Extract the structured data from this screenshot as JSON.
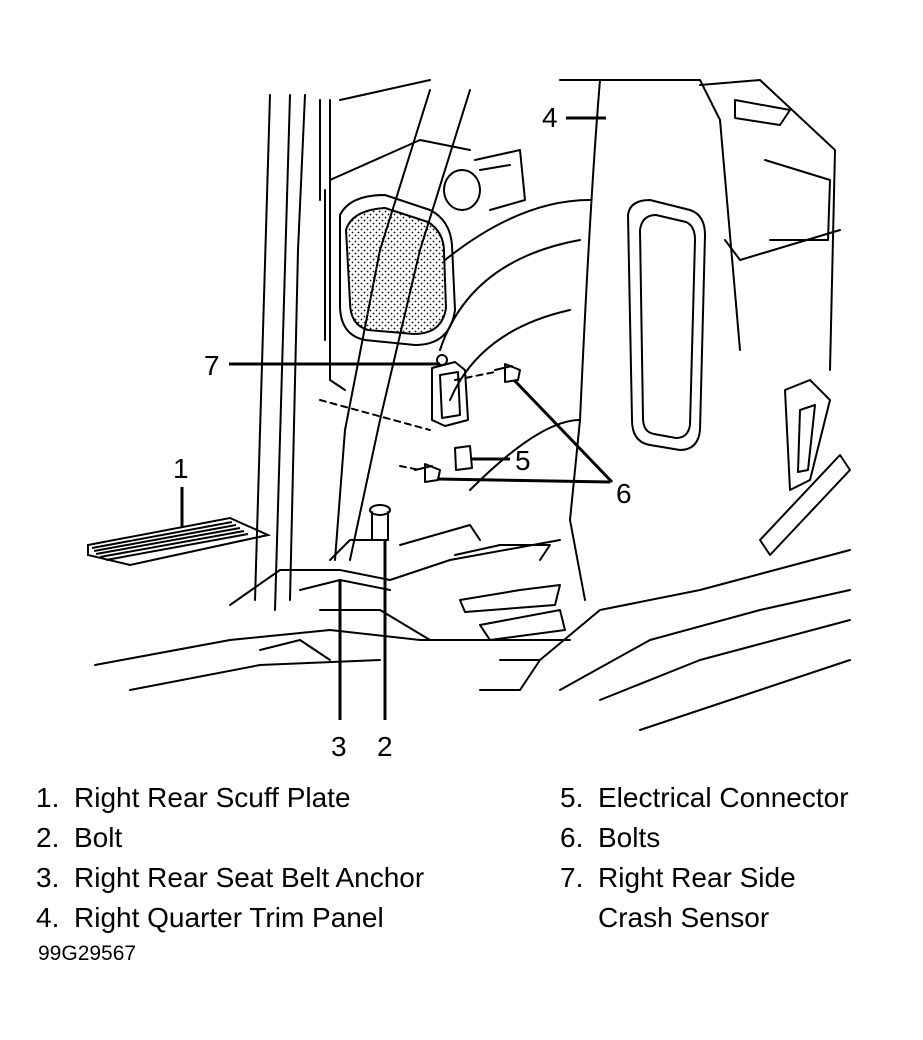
{
  "callouts": {
    "c1": "1",
    "c2": "2",
    "c3": "3",
    "c4": "4",
    "c5": "5",
    "c6": "6",
    "c7": "7"
  },
  "legend": [
    {
      "num": "1.",
      "text": "Right Rear Scuff Plate"
    },
    {
      "num": "2.",
      "text": "Bolt"
    },
    {
      "num": "3.",
      "text": "Right Rear Seat Belt Anchor"
    },
    {
      "num": "4.",
      "text": "Right Quarter Trim Panel"
    },
    {
      "num": "5.",
      "text": "Electrical Connector"
    },
    {
      "num": "6.",
      "text": "Bolts"
    },
    {
      "num": "7.",
      "text": "Right Rear Side",
      "text2": "Crash Sensor"
    }
  ],
  "figure_id": "99G29567"
}
